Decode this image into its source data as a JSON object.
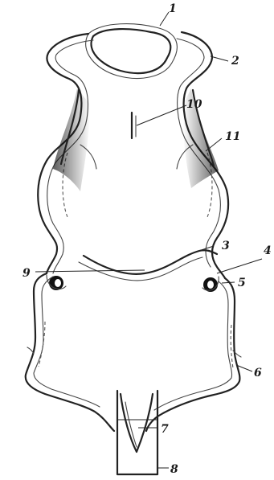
{
  "labels": {
    "l1": "1",
    "l2": "2",
    "l3": "3",
    "l4": "4",
    "l5": "5",
    "l6": "6",
    "l7": "7",
    "l8": "8",
    "l9": "9",
    "l10": "10",
    "l11": "11"
  },
  "colors": {
    "ink": "#222222",
    "shading": "#111111",
    "background": "#ffffff"
  }
}
